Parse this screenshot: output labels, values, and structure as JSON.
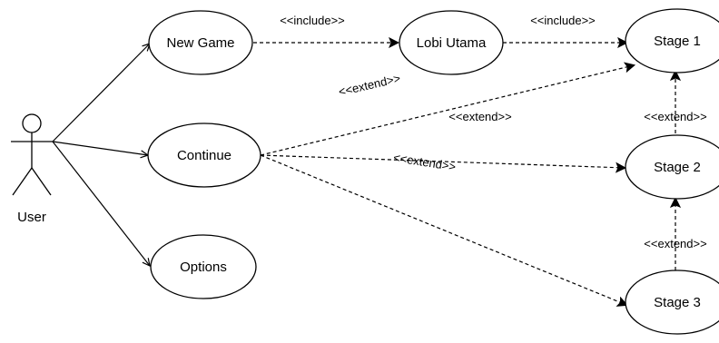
{
  "diagram": {
    "actor": {
      "label": "User"
    },
    "use_cases": {
      "new_game": "New Game",
      "continue": "Continue",
      "options": "Options",
      "lobi_utama": "Lobi Utama",
      "stage1": "Stage 1",
      "stage2": "Stage 2",
      "stage3": "Stage 3"
    },
    "relations": {
      "include_1": "<<include>>",
      "include_2": "<<include>>",
      "extend_continue_stage1_a": "<<extend>>",
      "extend_continue_stage1_b": "<<extend>>",
      "extend_continue_stage2": "<<extend>>",
      "extend_stage2_stage1": "<<extend>>",
      "extend_stage3_stage2": "<<extend>>"
    }
  }
}
